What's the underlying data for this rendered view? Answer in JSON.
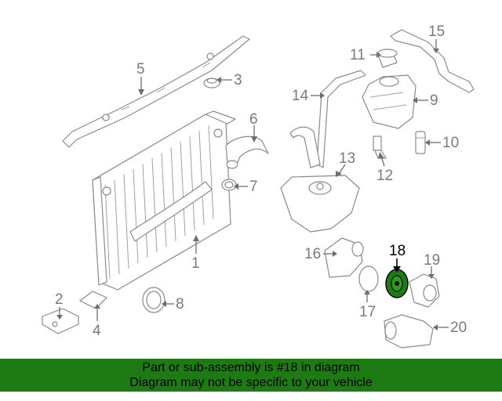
{
  "callouts": {
    "c1": "1",
    "c2": "2",
    "c3": "3",
    "c4": "4",
    "c5": "5",
    "c6": "6",
    "c7": "7",
    "c8": "8",
    "c9": "9",
    "c10": "10",
    "c11": "11",
    "c12": "12",
    "c13": "13",
    "c14": "14",
    "c15": "15",
    "c16": "16",
    "c17": "17",
    "c18": "18",
    "c19": "19",
    "c20": "20"
  },
  "highlighted_part": "18",
  "banner": {
    "line1": "Part or sub-assembly is #18 in diagram",
    "line2": "Diagram may not be specific to your vehicle",
    "color": "#1e7a12"
  },
  "highlight_color": "#1e7a12"
}
